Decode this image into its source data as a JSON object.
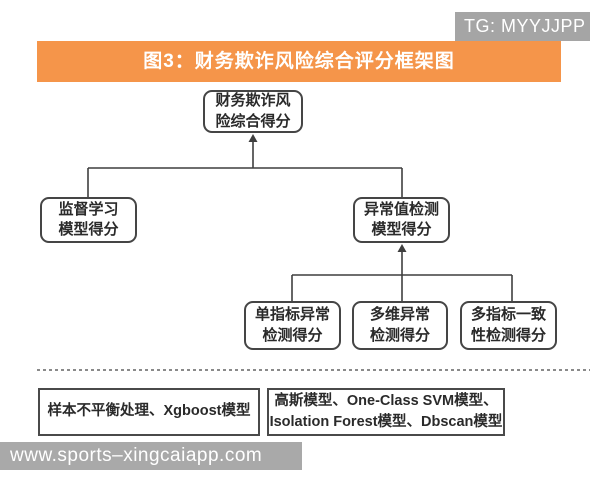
{
  "badge": {
    "text": "TG: MYYJJPP",
    "bg_color": "#a5a5a5"
  },
  "header": {
    "title": "图3：财务欺诈风险综合评分框架图",
    "bg_color": "#f5954a",
    "text_color": "#ffffff"
  },
  "flowchart": {
    "root": {
      "line1": "财务欺诈风",
      "line2": "险综合得分"
    },
    "supervised": {
      "line1": "监督学习",
      "line2": "模型得分"
    },
    "outlier": {
      "line1": "异常值检测",
      "line2": "模型得分"
    },
    "single_indicator": {
      "line1": "单指标异常",
      "line2": "检测得分"
    },
    "multi_dimension": {
      "line1": "多维异常",
      "line2": "检测得分"
    },
    "consistency": {
      "line1": "多指标一致",
      "line2": "性检测得分"
    }
  },
  "model_boxes": {
    "supervised_models": "样本不平衡处理、Xgboost模型",
    "outlier_models_line1": "高斯模型、One-Class SVM模型、",
    "outlier_models_line2": "Isolation Forest模型、Dbscan模型"
  },
  "footer": {
    "url": "www.sports–xingcaiapp.com",
    "bg_color": "#a9a9a9"
  },
  "colors": {
    "box_border": "#454545",
    "connector": "#3f3f3f",
    "text": "#2a2a2a"
  }
}
